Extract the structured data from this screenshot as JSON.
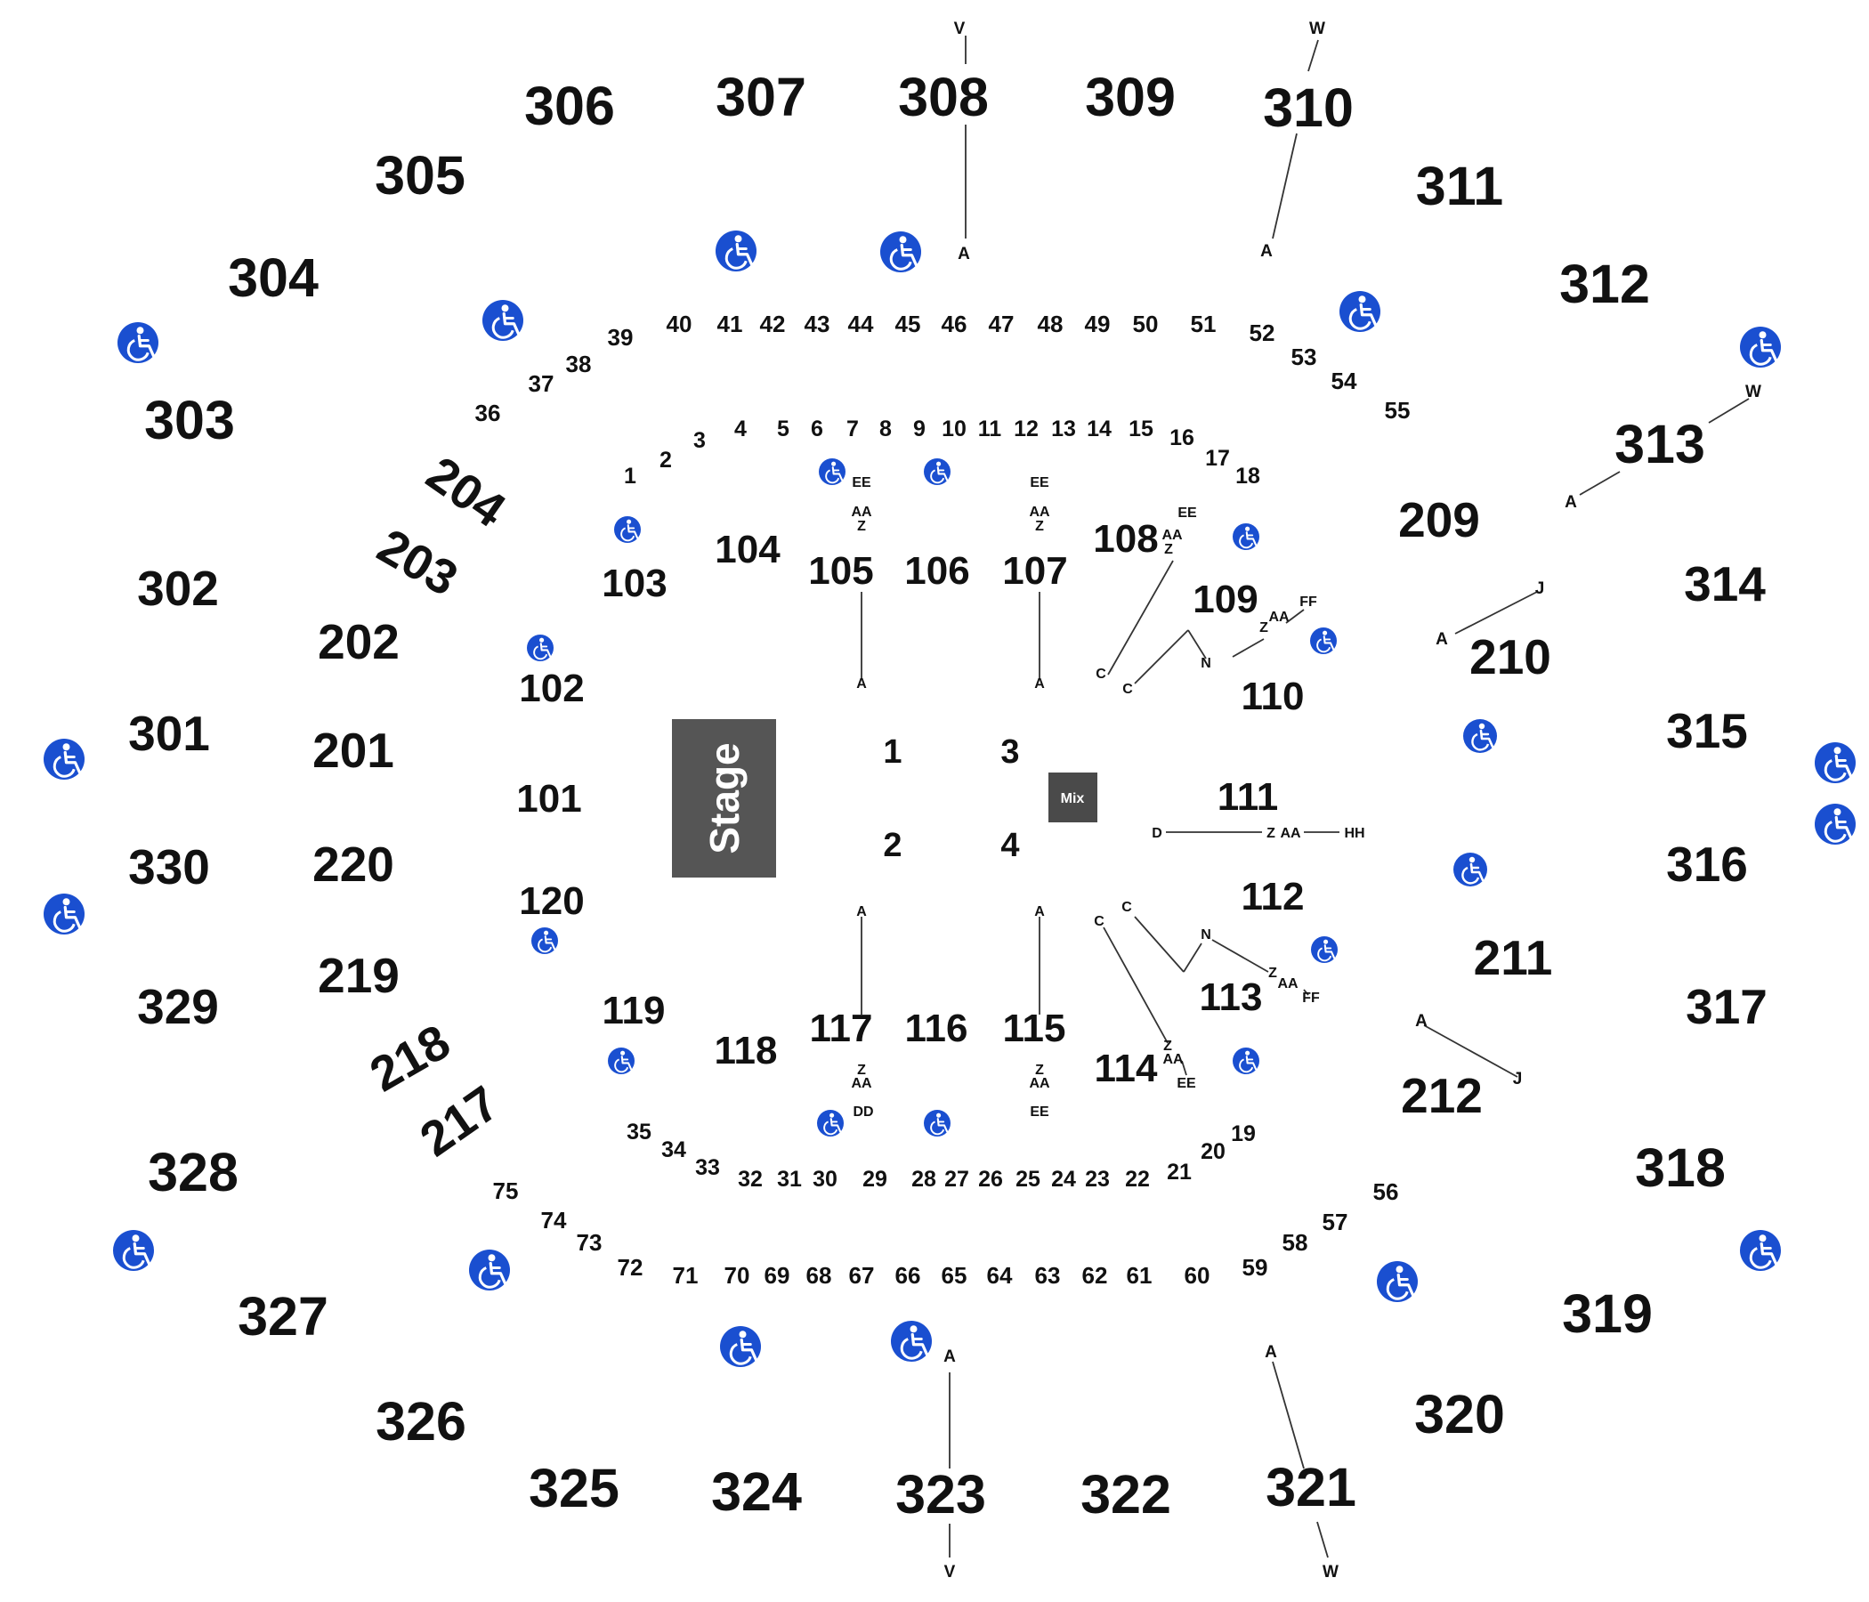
{
  "stage": {
    "label": "Stage",
    "color": "#555555"
  },
  "mix": {
    "label": "Mix",
    "color": "#4a4a4a"
  },
  "accessible_icon": {
    "name": "wheelchair-icon",
    "color": "#1a4fd0"
  },
  "floor_sections": [
    "1",
    "2",
    "3",
    "4"
  ],
  "sections_100": [
    "101",
    "102",
    "103",
    "104",
    "105",
    "106",
    "107",
    "108",
    "109",
    "110",
    "111",
    "112",
    "113",
    "114",
    "115",
    "116",
    "117",
    "118",
    "119",
    "120"
  ],
  "sections_200": [
    "201",
    "202",
    "203",
    "204",
    "209",
    "210",
    "211",
    "212",
    "217",
    "218",
    "219",
    "220"
  ],
  "sections_300": [
    "301",
    "302",
    "303",
    "304",
    "305",
    "306",
    "307",
    "308",
    "309",
    "310",
    "311",
    "312",
    "313",
    "314",
    "315",
    "316",
    "317",
    "318",
    "319",
    "320",
    "321",
    "322",
    "323",
    "324",
    "325",
    "326",
    "327",
    "328",
    "329",
    "330"
  ],
  "inner_ring_numbers": [
    "1",
    "2",
    "3",
    "4",
    "5",
    "6",
    "7",
    "8",
    "9",
    "10",
    "11",
    "12",
    "13",
    "14",
    "15",
    "16",
    "17",
    "18",
    "19",
    "20",
    "21",
    "22",
    "23",
    "24",
    "25",
    "26",
    "27",
    "28",
    "29",
    "30",
    "31",
    "32",
    "33",
    "34",
    "35"
  ],
  "outer_ring_numbers": [
    "36",
    "37",
    "38",
    "39",
    "40",
    "41",
    "42",
    "43",
    "44",
    "45",
    "46",
    "47",
    "48",
    "49",
    "50",
    "51",
    "52",
    "53",
    "54",
    "55",
    "56",
    "57",
    "58",
    "59",
    "60",
    "61",
    "62",
    "63",
    "64",
    "65",
    "66",
    "67",
    "68",
    "69",
    "70",
    "71",
    "72",
    "73",
    "74",
    "75"
  ],
  "row_labels": [
    "A",
    "V",
    "W",
    "J",
    "EE",
    "AA",
    "Z",
    "FF",
    "N",
    "C",
    "D",
    "HH",
    "DD"
  ]
}
